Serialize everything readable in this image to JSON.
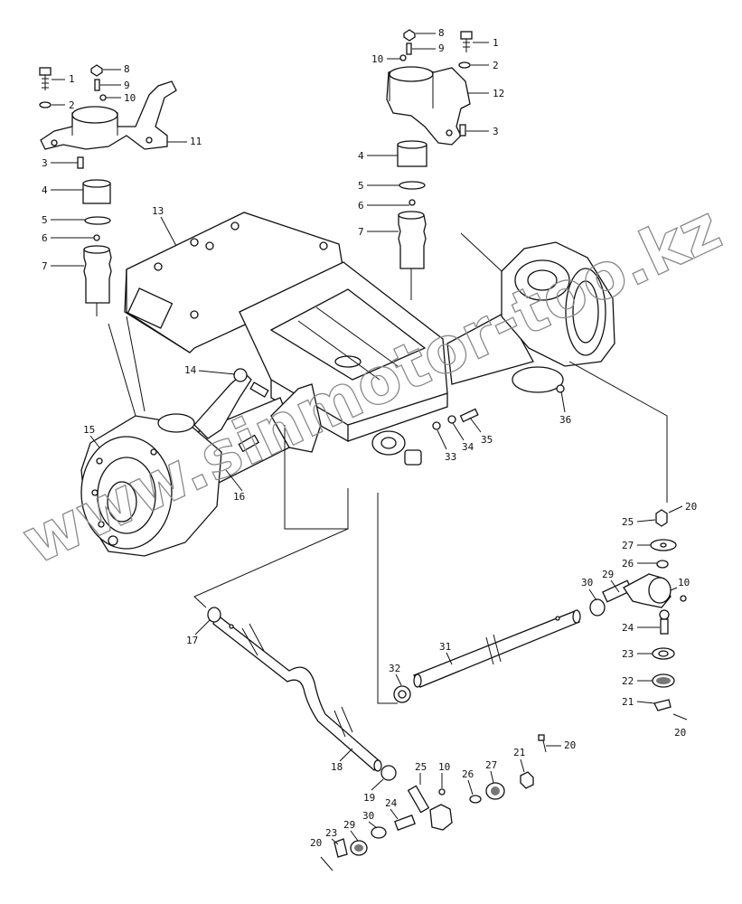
{
  "watermark": "www.sinmotor-too.kz",
  "labels": [
    "1",
    "2",
    "8",
    "9",
    "10",
    "11",
    "3",
    "4",
    "5",
    "6",
    "7",
    "13",
    "12",
    "14",
    "15",
    "16",
    "33",
    "34",
    "35",
    "36",
    "20",
    "25",
    "27",
    "26",
    "29",
    "30",
    "24",
    "23",
    "22",
    "21",
    "17",
    "31",
    "32",
    "18",
    "19"
  ]
}
